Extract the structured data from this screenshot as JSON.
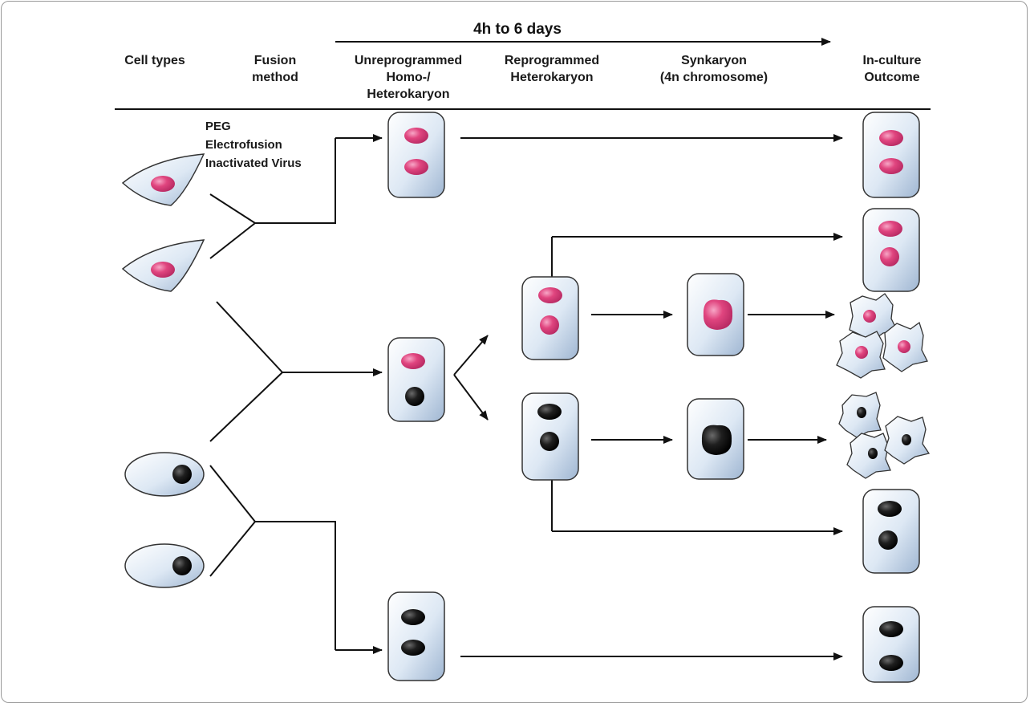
{
  "timeline": {
    "label": "4h to 6 days"
  },
  "headers": {
    "cell_types": [
      "Cell types"
    ],
    "fusion_method": [
      "Fusion",
      "method"
    ],
    "unreprogrammed": [
      "Unreprogrammed",
      "Homo-/",
      "Heterokaryon"
    ],
    "reprogrammed": [
      "Reprogrammed",
      "Heterokaryon"
    ],
    "synkaryon": [
      "Synkaryon",
      "(4n chromosome)"
    ],
    "outcome": [
      "In-culture",
      "Outcome"
    ]
  },
  "fusion_methods": [
    "PEG",
    "Electrofusion",
    "Inactivated Virus"
  ],
  "colors": {
    "pink_nucleus": "#e0457f",
    "black_nucleus": "#1c1c1c",
    "cell_fill": "#cfdcec",
    "cell_stroke": "#333333",
    "line": "#111111"
  }
}
